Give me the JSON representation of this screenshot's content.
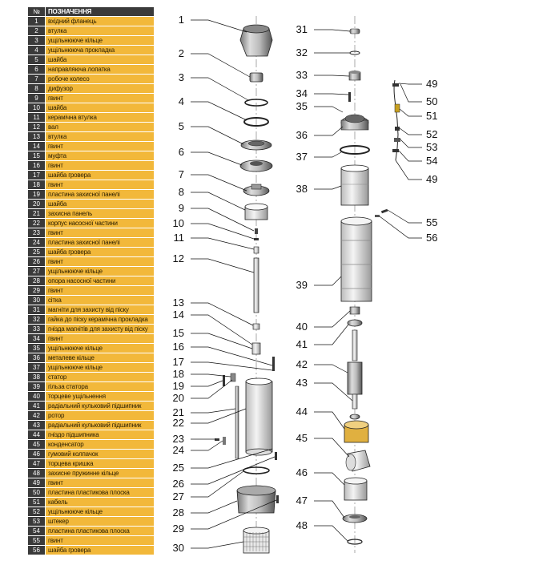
{
  "table": {
    "header": {
      "num": "№",
      "name": "ПОЗНАЧЕННЯ"
    },
    "rows": [
      {
        "num": "1",
        "name": "вхідний фланець"
      },
      {
        "num": "2",
        "name": "втулка"
      },
      {
        "num": "3",
        "name": "ущільнююче кільце"
      },
      {
        "num": "4",
        "name": "ущільнююча прокладка"
      },
      {
        "num": "5",
        "name": "шайба"
      },
      {
        "num": "6",
        "name": "направляюча лопатка"
      },
      {
        "num": "7",
        "name": "робоче колесо"
      },
      {
        "num": "8",
        "name": "дифузор"
      },
      {
        "num": "9",
        "name": "гвинт"
      },
      {
        "num": "10",
        "name": "шайба"
      },
      {
        "num": "11",
        "name": "керамічна втулка"
      },
      {
        "num": "12",
        "name": "вал"
      },
      {
        "num": "13",
        "name": "втулка"
      },
      {
        "num": "14",
        "name": "гвинт"
      },
      {
        "num": "15",
        "name": "муфта"
      },
      {
        "num": "16",
        "name": "гвинт"
      },
      {
        "num": "17",
        "name": "шайба гровера"
      },
      {
        "num": "18",
        "name": "гвинт"
      },
      {
        "num": "19",
        "name": "пластина захисної панелі"
      },
      {
        "num": "20",
        "name": "шайба"
      },
      {
        "num": "21",
        "name": "захисна панель"
      },
      {
        "num": "22",
        "name": "корпус насосної частини"
      },
      {
        "num": "23",
        "name": "гвинт"
      },
      {
        "num": "24",
        "name": "пластина захисної панелі"
      },
      {
        "num": "25",
        "name": "шайба гровера"
      },
      {
        "num": "26",
        "name": "гвинт"
      },
      {
        "num": "27",
        "name": "ущільнююче кільце"
      },
      {
        "num": "28",
        "name": "опора насосної частини"
      },
      {
        "num": "29",
        "name": "гвинт"
      },
      {
        "num": "30",
        "name": "сітка"
      },
      {
        "num": "31",
        "name": "магніти для захисту від піску"
      },
      {
        "num": "32",
        "name": "гайка до піску керамічна прокладка"
      },
      {
        "num": "33",
        "name": "гнізда магнітів для захисту від піску"
      },
      {
        "num": "34",
        "name": "гвинт"
      },
      {
        "num": "35",
        "name": "ущільнююче кільце"
      },
      {
        "num": "36",
        "name": "металеве кільце"
      },
      {
        "num": "37",
        "name": "ущільнююче кільце"
      },
      {
        "num": "38",
        "name": "статор"
      },
      {
        "num": "39",
        "name": "гільза статора"
      },
      {
        "num": "40",
        "name": "торцеве ущільнення"
      },
      {
        "num": "41",
        "name": "радіальний кульковий підшипник"
      },
      {
        "num": "42",
        "name": "ротор"
      },
      {
        "num": "43",
        "name": "радіальний кульковий підшипник"
      },
      {
        "num": "44",
        "name": "гніздо підшипника"
      },
      {
        "num": "45",
        "name": "конденсатор"
      },
      {
        "num": "46",
        "name": "гумовий колпачок"
      },
      {
        "num": "47",
        "name": "торцева кришка"
      },
      {
        "num": "48",
        "name": "захисне пружинне кільце"
      },
      {
        "num": "49",
        "name": "гвинт"
      },
      {
        "num": "50",
        "name": "пластина пластикова плоска"
      },
      {
        "num": "51",
        "name": "кабель"
      },
      {
        "num": "52",
        "name": "ущільнююче кільце"
      },
      {
        "num": "53",
        "name": "штекер"
      },
      {
        "num": "54",
        "name": "пластина пластикова плоска"
      },
      {
        "num": "55",
        "name": "гвинт"
      },
      {
        "num": "56",
        "name": "шайба гровера"
      }
    ]
  },
  "callouts": [
    "1",
    "2",
    "3",
    "4",
    "5",
    "6",
    "7",
    "8",
    "9",
    "10",
    "11",
    "12",
    "13",
    "14",
    "15",
    "16",
    "17",
    "18",
    "19",
    "20",
    "21",
    "22",
    "23",
    "24",
    "25",
    "26",
    "27",
    "28",
    "29",
    "30",
    "31",
    "32",
    "33",
    "34",
    "35",
    "36",
    "37",
    "38",
    "39",
    "40",
    "41",
    "42",
    "43",
    "44",
    "45",
    "46",
    "47",
    "48",
    "49",
    "50",
    "51",
    "52",
    "53",
    "54",
    "49",
    "55",
    "56"
  ]
}
